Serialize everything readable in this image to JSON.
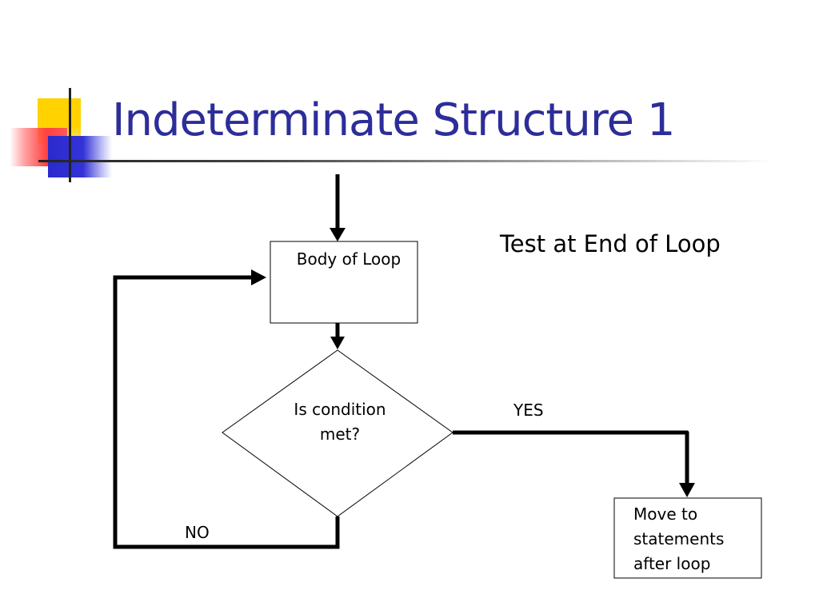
{
  "slide": {
    "title": "Indeterminate Structure 1",
    "caption": "Test at End of Loop"
  },
  "flowchart": {
    "body_box": {
      "label": "Body of Loop"
    },
    "decision": {
      "line1": "Is condition",
      "line2": "met?"
    },
    "yes_label": "YES",
    "no_label": "NO",
    "exit_box": {
      "line1": "Move to",
      "line2": "statements",
      "line3": "after loop"
    }
  },
  "colors": {
    "title": "#2d2d9a",
    "accent_yellow": "#ffd200",
    "accent_red": "#ff4040",
    "accent_blue": "#3333d8",
    "line": "#000000"
  }
}
